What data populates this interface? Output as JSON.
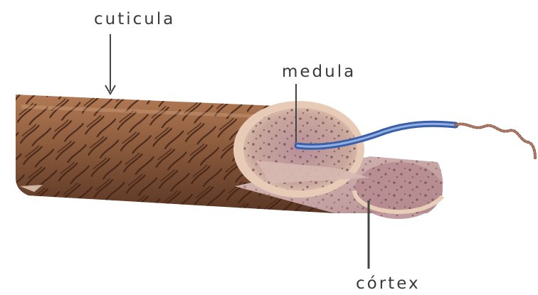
{
  "labels": {
    "cuticula": "cuticula",
    "medula": "medula",
    "cortex": "córtex"
  },
  "colors": {
    "cuticle_base": "#8a5a3c",
    "cuticle_scale": "#3e2114",
    "cortex": "#c7a39a",
    "cortex_speckle": "#6e4a52",
    "medulla_fiber": "#4a6fb0",
    "cut_face_edge": "#e6c9b6",
    "leader_line": "#444444"
  }
}
